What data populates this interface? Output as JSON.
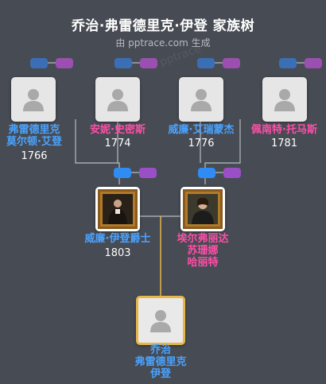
{
  "header": {
    "title": "乔治·弗雷德里克·伊登 家族树",
    "subtitle": "由 pptrace.com 生成",
    "watermark": "pptrace"
  },
  "colors": {
    "male": "#4aa3ff",
    "female": "#ff4fa8",
    "root_border": "#e6b64a",
    "background": "#474b53"
  },
  "people": {
    "gp1": {
      "name_line1": "弗雷德里克",
      "name_line2": "莫尔顿·艾登",
      "year": "1766"
    },
    "gp2": {
      "name_line1": "安妮·史密斯",
      "year": "1774"
    },
    "gp3": {
      "name_line1": "威廉·艾瑞蒙杰",
      "year": "1776"
    },
    "gp4": {
      "name_line1": "佩南特·托马斯",
      "year": "1781"
    },
    "father": {
      "name_line1": "威廉·伊登爵士",
      "year": "1803"
    },
    "mother": {
      "name_line1": "埃尔弗丽达",
      "name_line2": "苏珊娜",
      "name_line3": "哈丽特"
    },
    "root": {
      "name_line1": "乔治",
      "name_line2": "弗雷德里克",
      "name_line3": "伊登"
    }
  }
}
